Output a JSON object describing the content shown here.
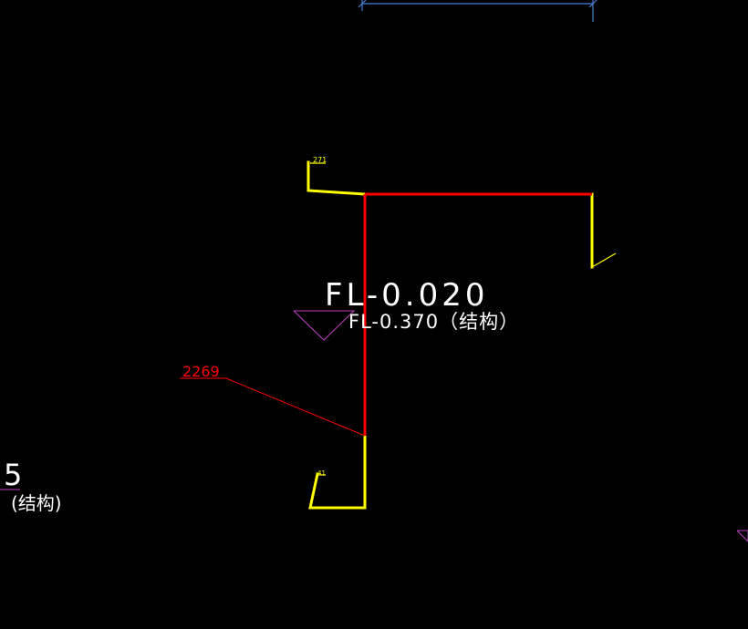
{
  "drawing": {
    "background": "#000000",
    "colors": {
      "beam": "#ff0000",
      "rebar": "#ffff00",
      "dimension": "#4a7fd6",
      "level_symbol": "#c040c0",
      "text": "#ffffff",
      "leader": "#ff0000"
    },
    "level_labels": {
      "finish_level": "FL-0.020",
      "structure_level": "FL-0.370（结构）"
    },
    "leader_label": "2269",
    "small_tags": {
      "top_tag": "271",
      "bottom_tag": "41"
    },
    "left_edge_labels": {
      "digit": "5",
      "structure": "(结构)"
    }
  }
}
